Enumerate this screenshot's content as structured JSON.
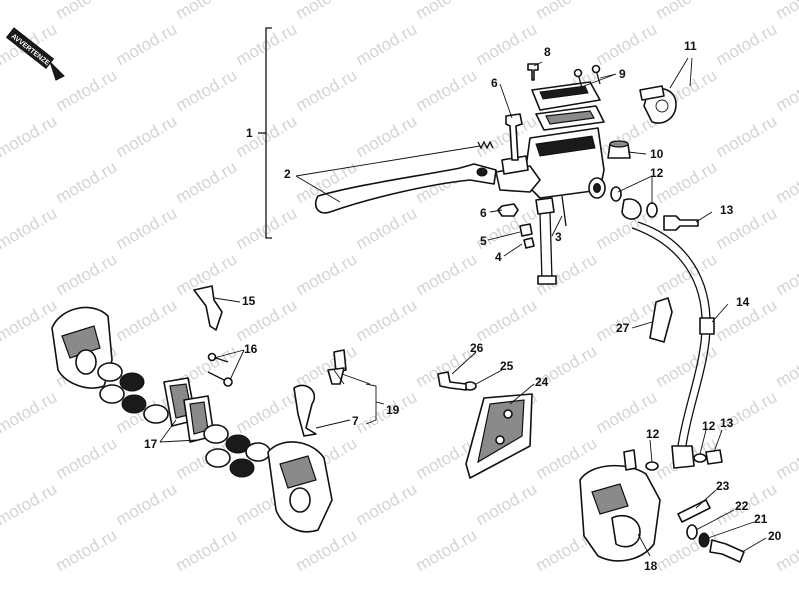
{
  "watermark": "motod.ru",
  "direction_badge": "AVVERTENZE",
  "callouts": [
    "1",
    "2",
    "3",
    "4",
    "5",
    "6",
    "6",
    "8",
    "9",
    "10",
    "11",
    "12",
    "13",
    "14",
    "15",
    "16",
    "17",
    "18",
    "19",
    "7",
    "20",
    "21",
    "22",
    "23",
    "24",
    "25",
    "26",
    "27",
    "12",
    "12",
    "13"
  ]
}
